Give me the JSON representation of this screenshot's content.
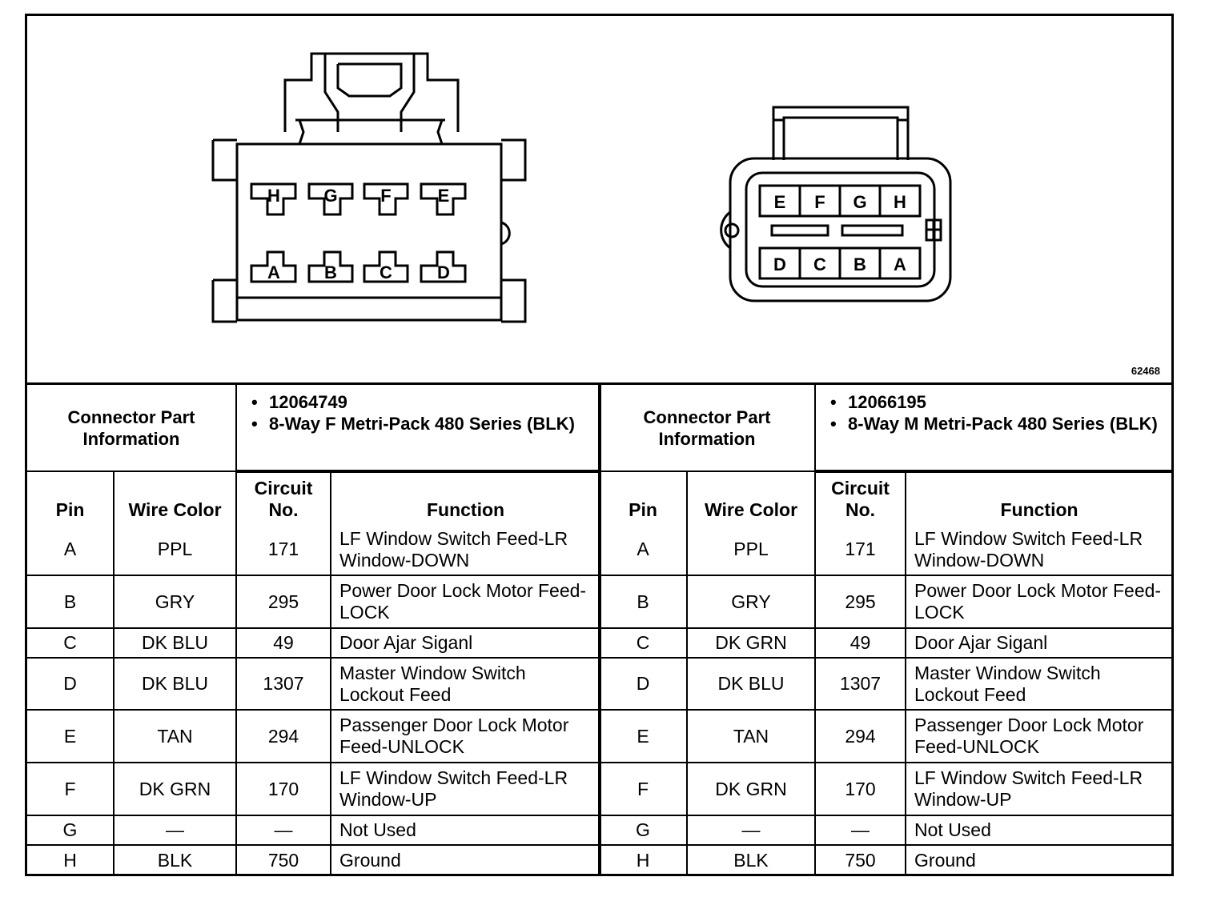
{
  "figure_id": "62468",
  "left_connector": {
    "info_label": "Connector Part Information",
    "part_number": "12064749",
    "description": "8-Way F Metri-Pack 480 Series (BLK)",
    "pins_top": [
      "H",
      "G",
      "F",
      "E"
    ],
    "pins_bottom": [
      "A",
      "B",
      "C",
      "D"
    ]
  },
  "right_connector": {
    "info_label": "Connector Part Information",
    "part_number": "12066195",
    "description": "8-Way M Metri-Pack 480 Series (BLK)",
    "pins_top": [
      "E",
      "F",
      "G",
      "H"
    ],
    "pins_bottom": [
      "D",
      "C",
      "B",
      "A"
    ]
  },
  "columns": [
    "Pin",
    "Wire Color",
    "Circuit No.",
    "Function"
  ],
  "left_rows": [
    {
      "pin": "A",
      "color": "PPL",
      "circuit": "171",
      "function": "LF Window Switch Feed-LR Window-DOWN"
    },
    {
      "pin": "B",
      "color": "GRY",
      "circuit": "295",
      "function": "Power Door Lock Motor Feed-LOCK"
    },
    {
      "pin": "C",
      "color": "DK BLU",
      "circuit": "49",
      "function": "Door Ajar Siganl"
    },
    {
      "pin": "D",
      "color": "DK BLU",
      "circuit": "1307",
      "function": "Master Window Switch Lockout Feed"
    },
    {
      "pin": "E",
      "color": "TAN",
      "circuit": "294",
      "function": "Passenger Door Lock Motor Feed-UNLOCK"
    },
    {
      "pin": "F",
      "color": "DK GRN",
      "circuit": "170",
      "function": "LF Window Switch Feed-LR Window-UP"
    },
    {
      "pin": "G",
      "color": "—",
      "circuit": "—",
      "function": "Not Used"
    },
    {
      "pin": "H",
      "color": "BLK",
      "circuit": "750",
      "function": "Ground"
    }
  ],
  "right_rows": [
    {
      "pin": "A",
      "color": "PPL",
      "circuit": "171",
      "function": "LF Window Switch Feed-LR Window-DOWN"
    },
    {
      "pin": "B",
      "color": "GRY",
      "circuit": "295",
      "function": "Power Door Lock Motor Feed-LOCK"
    },
    {
      "pin": "C",
      "color": "DK GRN",
      "circuit": "49",
      "function": "Door Ajar Siganl"
    },
    {
      "pin": "D",
      "color": "DK BLU",
      "circuit": "1307",
      "function": "Master Window Switch Lockout Feed"
    },
    {
      "pin": "E",
      "color": "TAN",
      "circuit": "294",
      "function": "Passenger Door Lock Motor Feed-UNLOCK"
    },
    {
      "pin": "F",
      "color": "DK GRN",
      "circuit": "170",
      "function": "LF Window Switch Feed-LR Window-UP"
    },
    {
      "pin": "G",
      "color": "—",
      "circuit": "—",
      "function": "Not Used"
    },
    {
      "pin": "H",
      "color": "BLK",
      "circuit": "750",
      "function": "Ground"
    }
  ]
}
